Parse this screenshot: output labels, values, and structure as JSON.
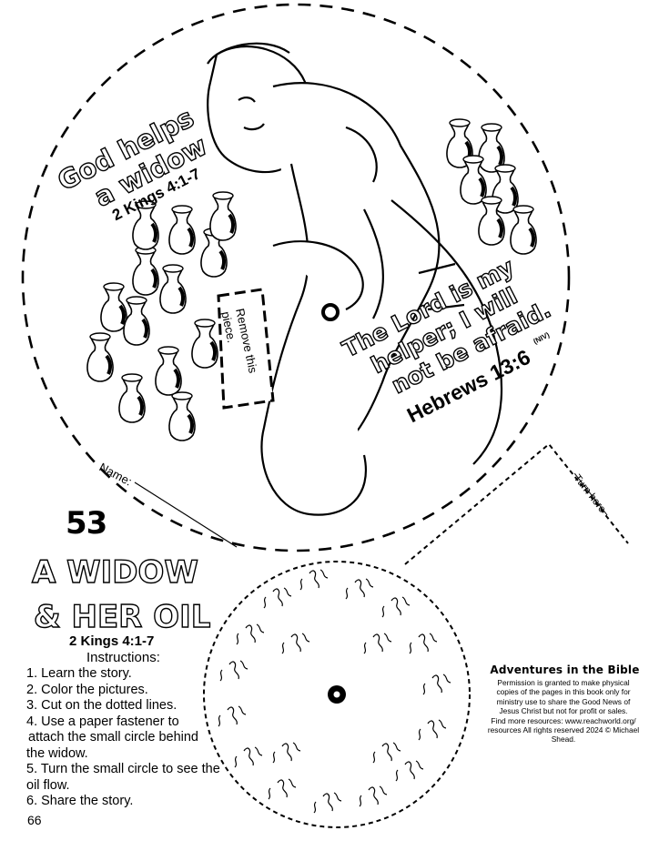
{
  "title_badge": {
    "line1": "God helps",
    "line2": "a widow",
    "reference": "2 Kings 4:1-7"
  },
  "verse": {
    "line1": "The Lord is my",
    "line2": "helper; I will",
    "line3": "not be afraid.",
    "reference": "Hebrews 13:6",
    "version": "(NIV)"
  },
  "cut_label": "Remove this piece.",
  "cut_label_lines": [
    "Remove this",
    "piece."
  ],
  "name_label": "Name:",
  "turn_label": "Turn here",
  "lesson": {
    "number": "53",
    "title_line1": "A WIDOW",
    "title_line2": "& HER OIL",
    "reference": "2 Kings 4:1-7"
  },
  "instructions": {
    "heading": "Instructions:",
    "steps": [
      "1. Learn the story.",
      "2. Color the pictures.",
      "3. Cut on the dotted lines.",
      "4. Use a paper fastener to",
      "attach the small circle behind",
      "the widow.",
      "5. Turn the small circle to see the",
      "oil flow.",
      "6. Share the story."
    ]
  },
  "footer": {
    "brand": "Adventures in the Bible",
    "permission_lines": [
      "Permission is granted to make physical",
      "copies of the pages in this book only for",
      "ministry use to share the Good News of",
      "Jesus Christ but not for profit or sales.",
      "Find more resources: www.reachworld.org/",
      "resources All rights reserved 2024 © Michael",
      "Shead."
    ],
    "page_number": "66"
  }
}
